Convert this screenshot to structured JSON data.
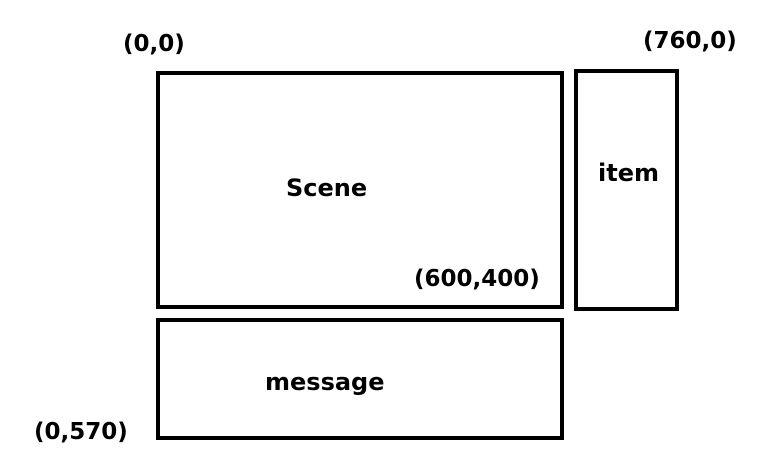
{
  "diagram": {
    "scene": {
      "label": "Scene",
      "bottom_right_coord": "(600,400)"
    },
    "item": {
      "label": "item",
      "top_right_coord": "(760,0)"
    },
    "message": {
      "label": "message",
      "bottom_left_coord": "(0,570)"
    },
    "origin_coord": "(0,0)"
  },
  "colors": {
    "stroke": "#000000",
    "background": "#ffffff"
  }
}
